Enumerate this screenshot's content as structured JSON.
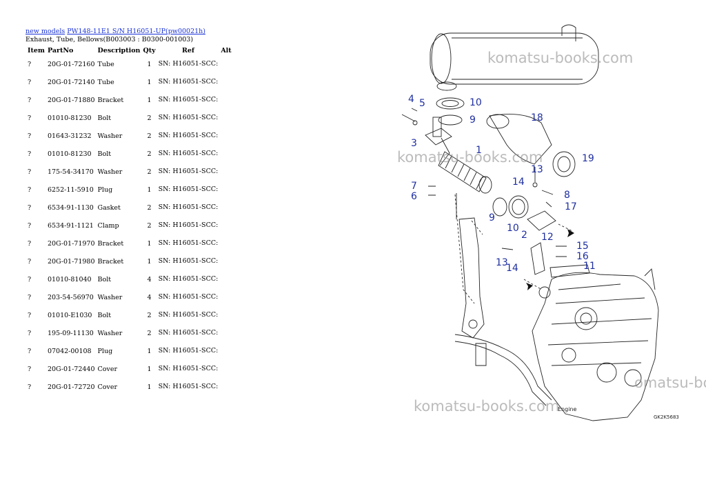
{
  "breadcrumb": {
    "link1": "new models",
    "link2": "PW148-11E1 S/N H16051-UP(pw00021h)"
  },
  "subtitle": "Exhaust, Tube, Bellows(B003003 : B0300-001003)",
  "table": {
    "headers": [
      "Item",
      "PartNo",
      "Description",
      "Qty",
      "Ref",
      "Alt"
    ],
    "rows": [
      {
        "item": "?",
        "part": "20G-01-72160",
        "desc": "Tube",
        "qty": "1",
        "ref": "SN: H16051-SCC:"
      },
      {
        "item": "?",
        "part": "20G-01-72140",
        "desc": "Tube",
        "qty": "1",
        "ref": "SN: H16051-SCC:"
      },
      {
        "item": "?",
        "part": "20G-01-71880",
        "desc": "Bracket",
        "qty": "1",
        "ref": "SN: H16051-SCC:"
      },
      {
        "item": "?",
        "part": "01010-81230",
        "desc": "Bolt",
        "qty": "2",
        "ref": "SN: H16051-SCC:"
      },
      {
        "item": "?",
        "part": "01643-31232",
        "desc": "Washer",
        "qty": "2",
        "ref": "SN: H16051-SCC:"
      },
      {
        "item": "?",
        "part": "01010-81230",
        "desc": "Bolt",
        "qty": "2",
        "ref": "SN: H16051-SCC:"
      },
      {
        "item": "?",
        "part": "175-54-34170",
        "desc": "Washer",
        "qty": "2",
        "ref": "SN: H16051-SCC:"
      },
      {
        "item": "?",
        "part": "6252-11-5910",
        "desc": "Plug",
        "qty": "1",
        "ref": "SN: H16051-SCC:"
      },
      {
        "item": "?",
        "part": "6534-91-1130",
        "desc": "Gasket",
        "qty": "2",
        "ref": "SN: H16051-SCC:"
      },
      {
        "item": "?",
        "part": "6534-91-1121",
        "desc": "Clamp",
        "qty": "2",
        "ref": "SN: H16051-SCC:"
      },
      {
        "item": "?",
        "part": "20G-01-71970",
        "desc": "Bracket",
        "qty": "1",
        "ref": "SN: H16051-SCC:"
      },
      {
        "item": "?",
        "part": "20G-01-71980",
        "desc": "Bracket",
        "qty": "1",
        "ref": "SN: H16051-SCC:"
      },
      {
        "item": "?",
        "part": "01010-81040",
        "desc": "Bolt",
        "qty": "4",
        "ref": "SN: H16051-SCC:"
      },
      {
        "item": "?",
        "part": "203-54-56970",
        "desc": "Washer",
        "qty": "4",
        "ref": "SN: H16051-SCC:"
      },
      {
        "item": "?",
        "part": "01010-E1030",
        "desc": "Bolt",
        "qty": "2",
        "ref": "SN: H16051-SCC:"
      },
      {
        "item": "?",
        "part": "195-09-11130",
        "desc": "Washer",
        "qty": "2",
        "ref": "SN: H16051-SCC:"
      },
      {
        "item": "?",
        "part": "07042-00108",
        "desc": "Plug",
        "qty": "1",
        "ref": "SN: H16051-SCC:"
      },
      {
        "item": "?",
        "part": "20G-01-72440",
        "desc": "Cover",
        "qty": "1",
        "ref": "SN: H16051-SCC:"
      },
      {
        "item": "?",
        "part": "20G-01-72720",
        "desc": "Cover",
        "qty": "1",
        "ref": "SN: H16051-SCC:"
      }
    ]
  },
  "diagram": {
    "callouts": [
      "1",
      "2",
      "3",
      "4",
      "5",
      "6",
      "7",
      "8",
      "9",
      "10",
      "11",
      "12",
      "13",
      "14",
      "15",
      "16",
      "17",
      "18",
      "19",
      "9",
      "10",
      "13",
      "14"
    ],
    "engine_label": "Engine",
    "figure_code": "GK2K5683",
    "callout_color": "#1f2fa0"
  },
  "watermark": "komatsu-books.com",
  "watermark_cut": "omatsu-boo"
}
